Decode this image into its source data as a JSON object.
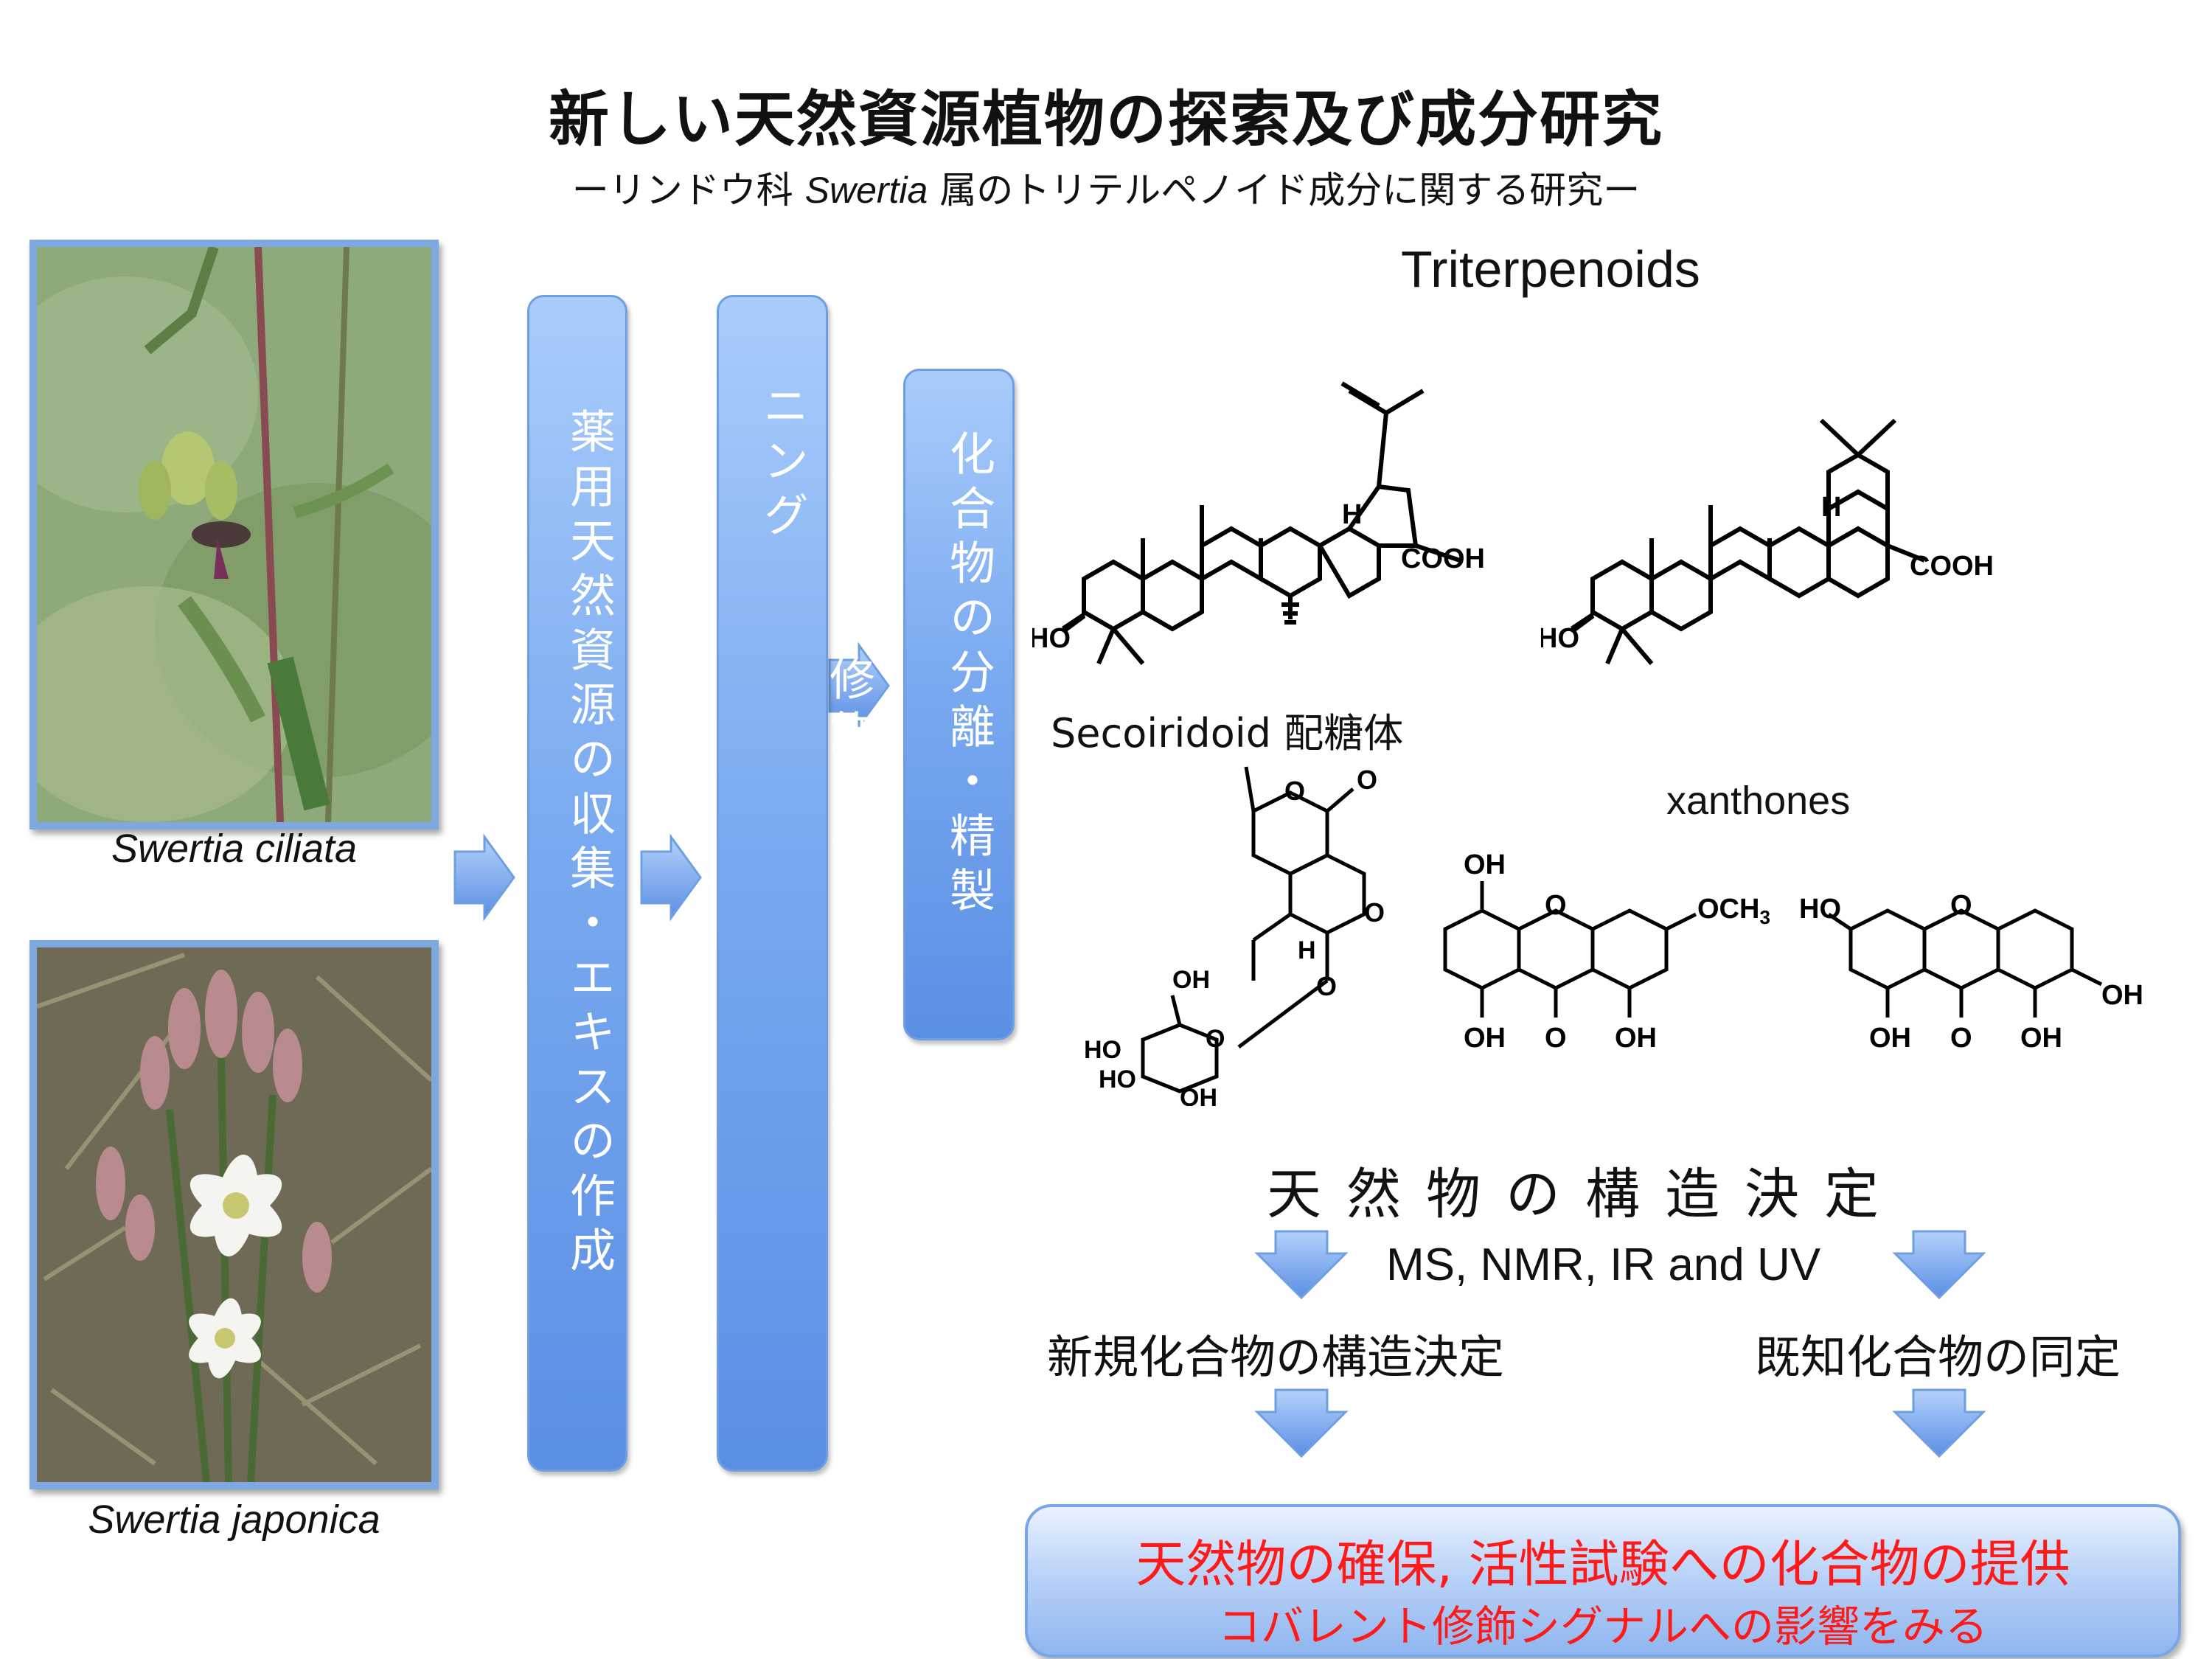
{
  "title": "新しい天然資源植物の探索及び成分研究",
  "subtitle": {
    "pre": "ーリンドウ科 ",
    "genus": "Swertia",
    "post": " 属のトリテルペノイド成分に関する研究ー"
  },
  "photos": [
    {
      "caption": "Swertia ciliata"
    },
    {
      "caption": "Swertia japonica"
    }
  ],
  "flow_boxes": [
    {
      "text": "薬用天然資源の収集・エキスの作成"
    },
    {
      "text": "コバレント修飾シグナルに関わるスクリーニング"
    },
    {
      "text": "化合物の分離・精製"
    }
  ],
  "compound_classes": {
    "triterpenoids": "Triterpenoids",
    "secoiridoid": "Secoiridoid 配糖体",
    "xanthones": "xanthones"
  },
  "chem_labels": {
    "cooh": "COOH",
    "ho": "HO",
    "h": "H",
    "o": "O",
    "oh": "OH",
    "och3": "OCH",
    "sub3": "3"
  },
  "structure_heading": "天然物の構造決定",
  "methods": "MS, NMR, IR and UV",
  "results": {
    "new": "新規化合物の構造決定",
    "known": "既知化合物の同定"
  },
  "final": {
    "line1": "天然物の確保, 活性試験への化合物の提供",
    "line2": "コバレント修飾シグナルへの影響をみる"
  },
  "colors": {
    "arrow_blue": "#7aaaf0",
    "box_blue": "#6f9fe0",
    "highlight_red": "#ff1a1a"
  }
}
